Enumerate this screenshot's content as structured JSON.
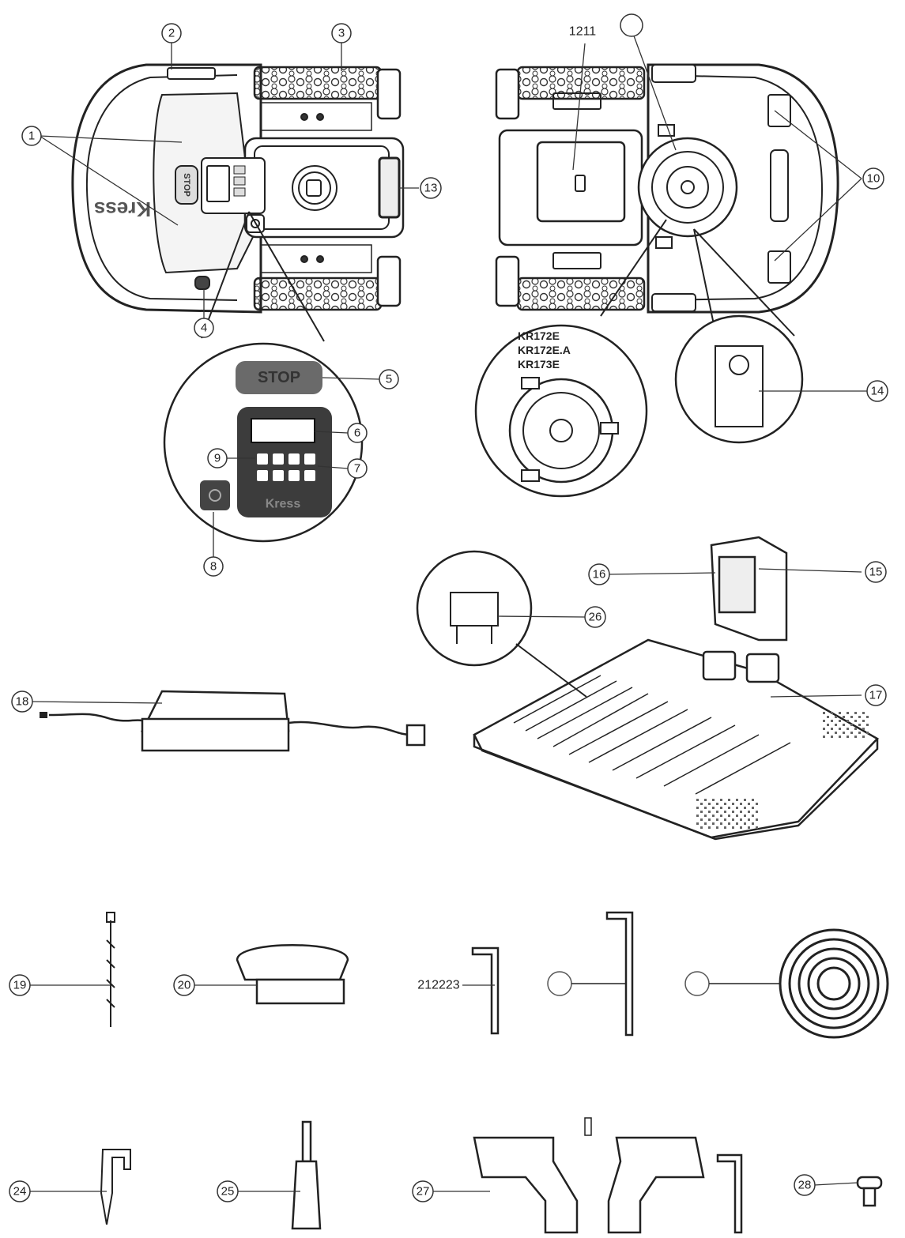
{
  "callouts": {
    "c1": "1",
    "c2": "2",
    "c3": "3",
    "c4": "4",
    "c5": "5",
    "c6": "6",
    "c7": "7",
    "c8": "8",
    "c9": "9",
    "c10": "10",
    "c1211": "1211",
    "c13": "13",
    "c14": "14",
    "c15": "15",
    "c16": "16",
    "c17": "17",
    "c18": "18",
    "c19": "19",
    "c20": "20",
    "c212223": "212223",
    "c24": "24",
    "c25": "25",
    "c26": "26",
    "c27": "27",
    "c28": "28"
  },
  "stop_key": "STOP",
  "brand": "Kress",
  "blade_models": [
    "KR172E",
    "KR172E.A",
    "KR173E"
  ]
}
